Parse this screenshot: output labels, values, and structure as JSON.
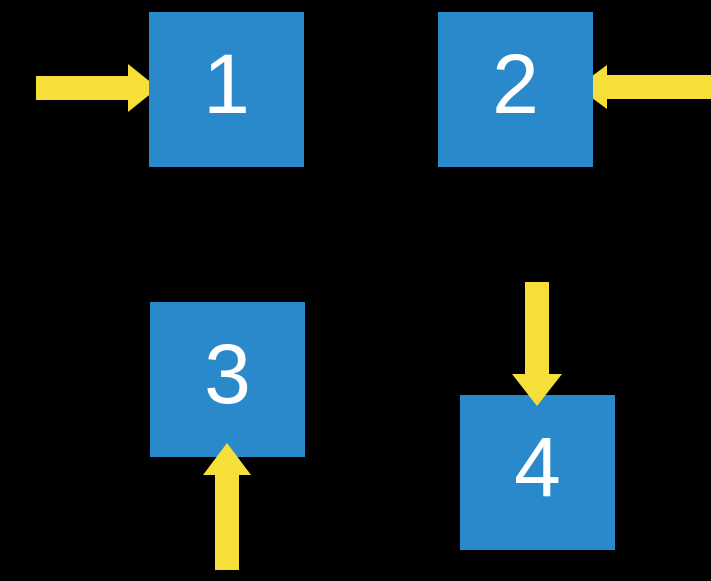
{
  "colors": {
    "background": "#000000",
    "square": "#2989CB",
    "arrow": "#F7DF39",
    "label": "#FFFFFF"
  },
  "squares": [
    {
      "label": "1",
      "arrow": {
        "icon": "right-arrow",
        "direction": "right",
        "enters_from": "left"
      }
    },
    {
      "label": "2",
      "arrow": {
        "icon": "left-arrow",
        "direction": "left",
        "enters_from": "right"
      }
    },
    {
      "label": "3",
      "arrow": {
        "icon": "up-arrow",
        "direction": "up",
        "enters_from": "bottom"
      }
    },
    {
      "label": "4",
      "arrow": {
        "icon": "down-arrow",
        "direction": "down",
        "enters_from": "top"
      }
    }
  ]
}
